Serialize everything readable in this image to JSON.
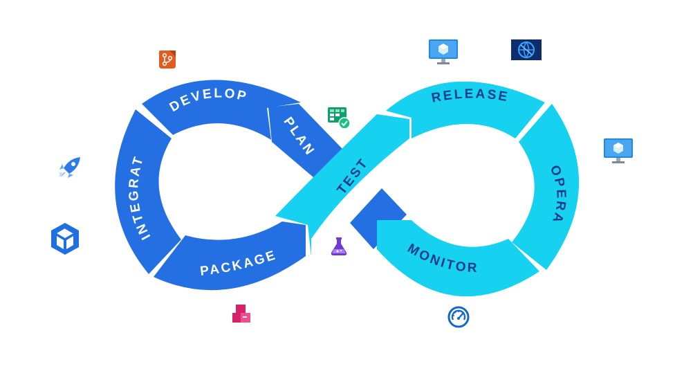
{
  "stages": {
    "develop": "DEVELOP",
    "plan": "PLAN",
    "integrate": "INTEGRATE",
    "package": "PACKAGE",
    "test": "TEST",
    "release": "RELEASE",
    "operate": "OPERATE",
    "monitor": "MONITOR"
  },
  "colors": {
    "left_loop": "#2470e3",
    "right_loop": "#16d1ef",
    "label_dark": "#1b3c8c",
    "label_light": "#ffffff"
  },
  "icons": [
    "repos-icon",
    "boards-icon",
    "pipelines-icon",
    "package-icon",
    "artifacts-icon",
    "test-plans-icon",
    "virtual-machine-icon",
    "app-service-icon",
    "virtual-machine-icon",
    "monitor-gauge-icon"
  ]
}
